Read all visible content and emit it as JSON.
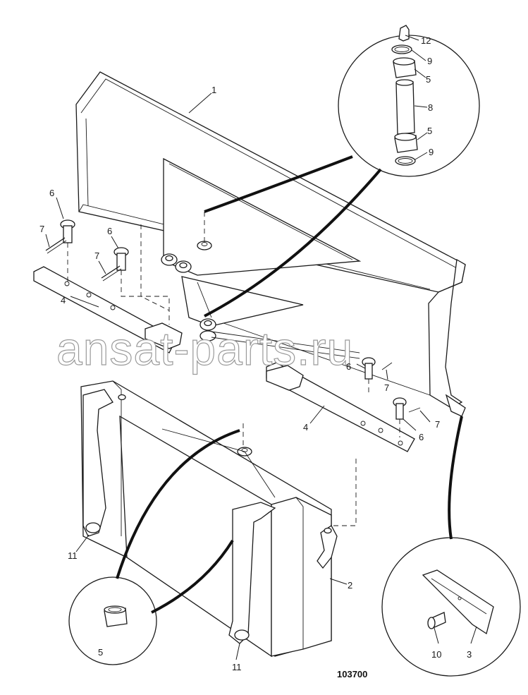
{
  "figure_number": "103700",
  "watermark": "ansat-parts.ru",
  "callouts": {
    "c1": "1",
    "c2": "2",
    "c3": "3",
    "c4a": "4",
    "c4b": "4",
    "c5a": "5",
    "c5b": "5",
    "c5c": "5",
    "c6a": "6",
    "c6b": "6",
    "c6c": "6",
    "c6d": "6",
    "c7a": "7",
    "c7b": "7",
    "c7c": "7",
    "c7d": "7",
    "c8": "8",
    "c9a": "9",
    "c9b": "9",
    "c10": "10",
    "c11a": "11",
    "c11b": "11",
    "c12": "12"
  }
}
